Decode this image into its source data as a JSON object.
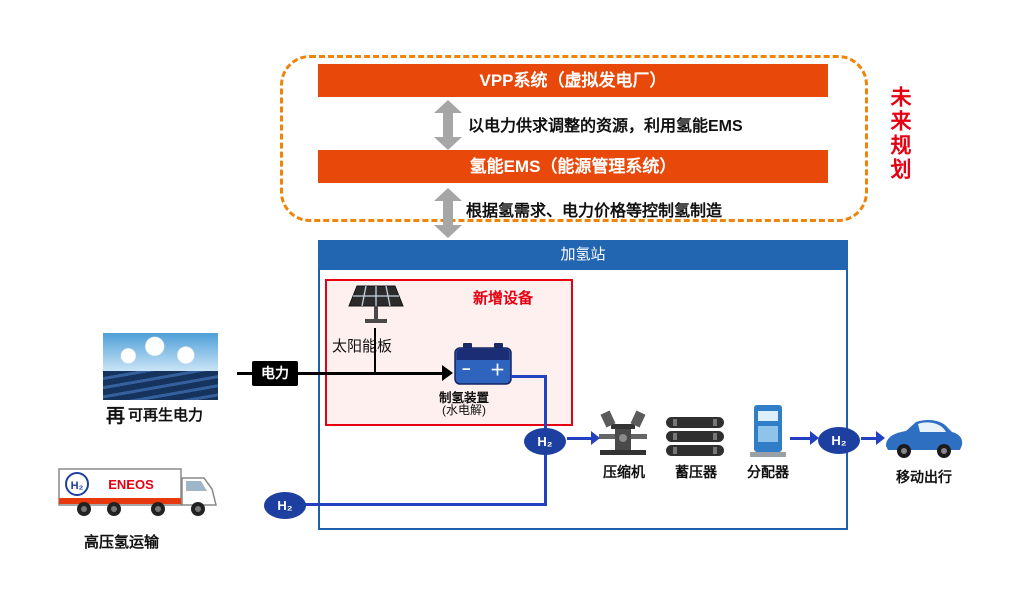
{
  "plan": {
    "vertical_label": "未来规划",
    "vpp_title": "VPP系统（虚拟发电厂）",
    "vpp_note": "以电力供求调整的资源，利用氢能EMS",
    "ems_title": "氢能EMS（能源管理系统）",
    "ems_note": "根据氢需求、电力价格等控制氢制造"
  },
  "station": {
    "title": "加氢站",
    "new_equipment": "新增设备",
    "solar_label": "太阳能板",
    "electrolyzer_name": "制氢装置",
    "electrolyzer_sub": "(水电解)",
    "terminal_minus": "−",
    "terminal_plus": "＋",
    "compressor": "压缩机",
    "accumulator": "蓄压器",
    "dispenser": "分配器"
  },
  "inputs": {
    "power_label": "电力",
    "renewable_mark": "再",
    "renewable_label": "可再生电力",
    "truck_caption": "高压氢运输",
    "truck_brand": "ENEOS"
  },
  "output": {
    "mobility_label": "移动出行"
  },
  "badge": {
    "h2": "H₂"
  },
  "colors": {
    "orange_bar": "#E8490B",
    "dashed_orange": "#F0830A",
    "red_accent": "#E60012",
    "station_blue": "#2265B0",
    "line_blue": "#2240C0",
    "badge_blue": "#1C3FA0"
  }
}
